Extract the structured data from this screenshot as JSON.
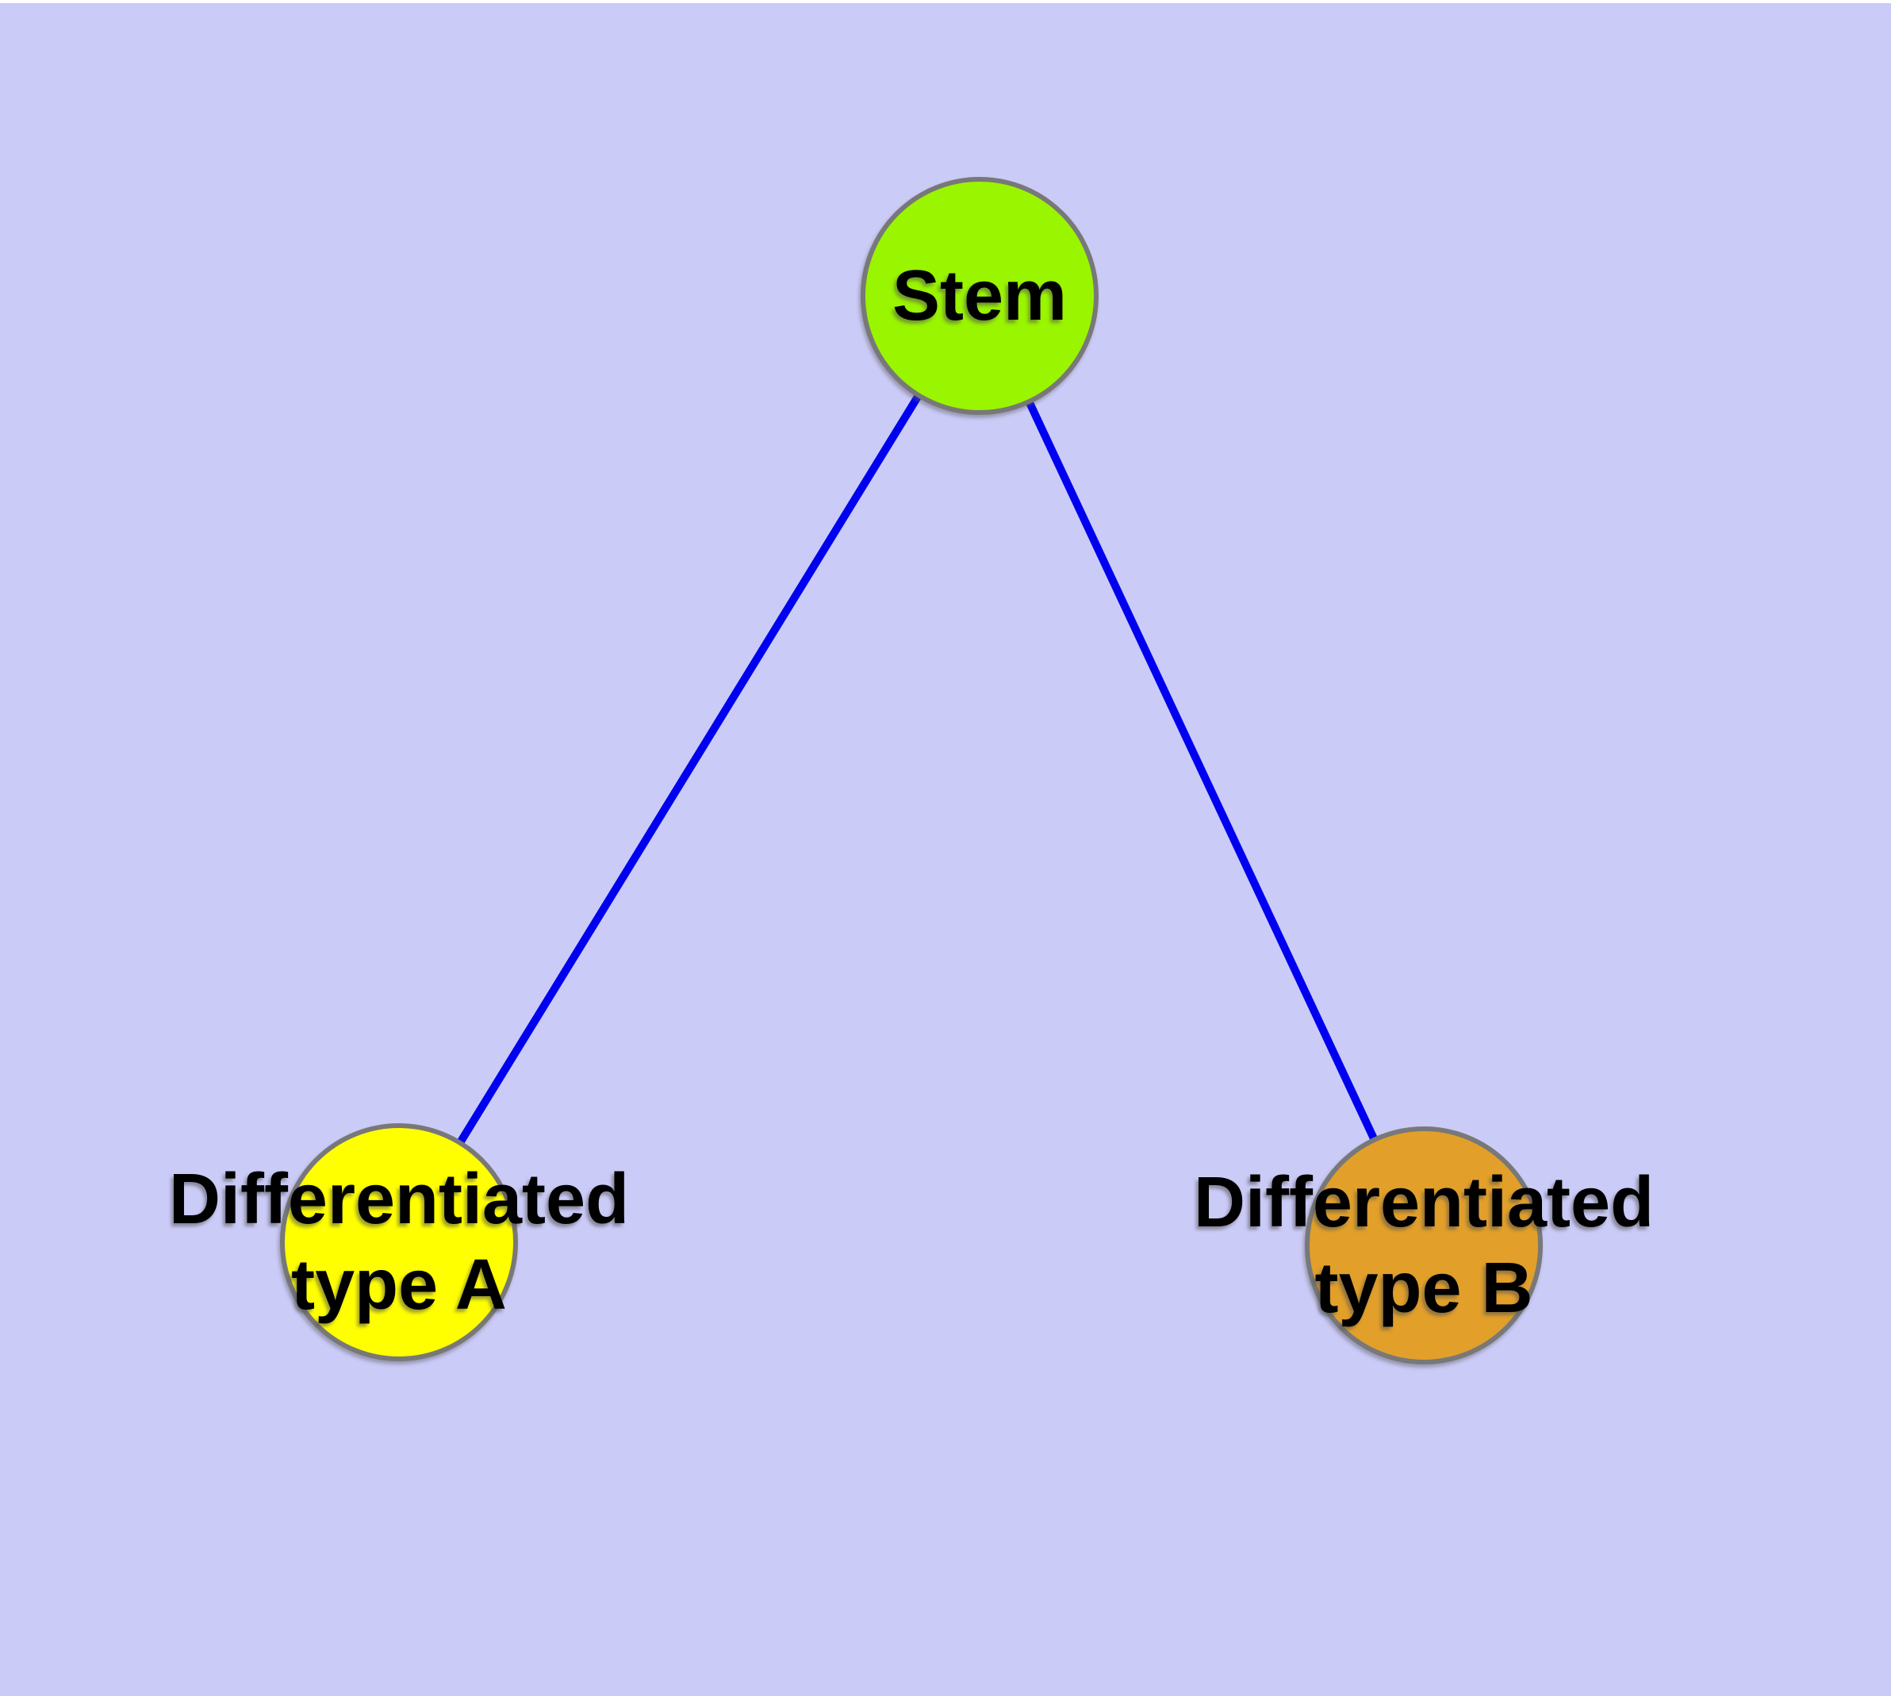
{
  "diagram": {
    "background_color": "#CBCBF8",
    "top_margin_color": "#FFFFFF",
    "edge_color": "#0000F0",
    "node_border_color": "#787878",
    "label_color": "#000000",
    "nodes": [
      {
        "id": "stem",
        "label": "Stem",
        "fill": "#9AF500"
      },
      {
        "id": "type-a",
        "label": "Differentiated\ntype A",
        "fill": "#FFFF00"
      },
      {
        "id": "type-b",
        "label": "Differentiated\ntype B",
        "fill": "#E2A02A"
      }
    ],
    "edges": [
      {
        "from": "Stem",
        "to": "Differentiated type A"
      },
      {
        "from": "Stem",
        "to": "Differentiated type B"
      }
    ]
  }
}
